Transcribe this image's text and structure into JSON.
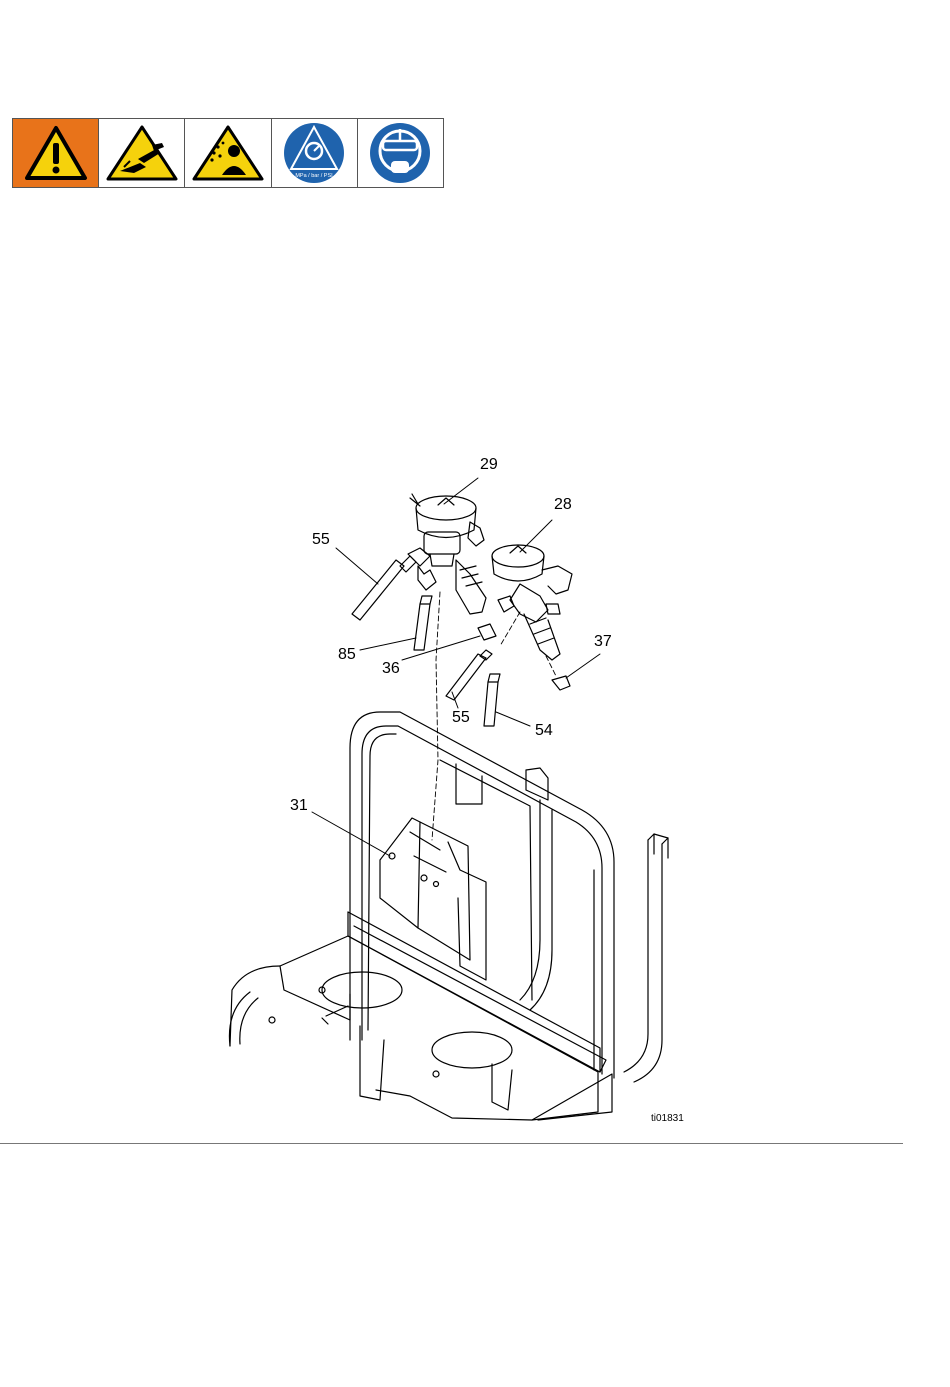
{
  "safety_icons": [
    {
      "icon": "warning-exclamation-icon",
      "bg": "#e8731a"
    },
    {
      "icon": "skin-injection-hazard-icon",
      "bg": "#ffffff"
    },
    {
      "icon": "toxic-fumes-hazard-icon",
      "bg": "#ffffff"
    },
    {
      "icon": "pressure-relief-procedure-icon",
      "label": "MPa / bar / PSI",
      "bg": "#ffffff"
    },
    {
      "icon": "wear-protective-equipment-icon",
      "bg": "#ffffff"
    }
  ],
  "colors": {
    "warning_orange": "#e8731a",
    "warning_yellow": "#f5d20c",
    "mandatory_blue": "#1f63ad"
  },
  "figure": {
    "callouts": {
      "c29": "29",
      "c28": "28",
      "c55a": "55",
      "c85": "85",
      "c36": "36",
      "c37": "37",
      "c55b": "55",
      "c54": "54",
      "c31": "31"
    },
    "figure_id": "ti01831"
  }
}
